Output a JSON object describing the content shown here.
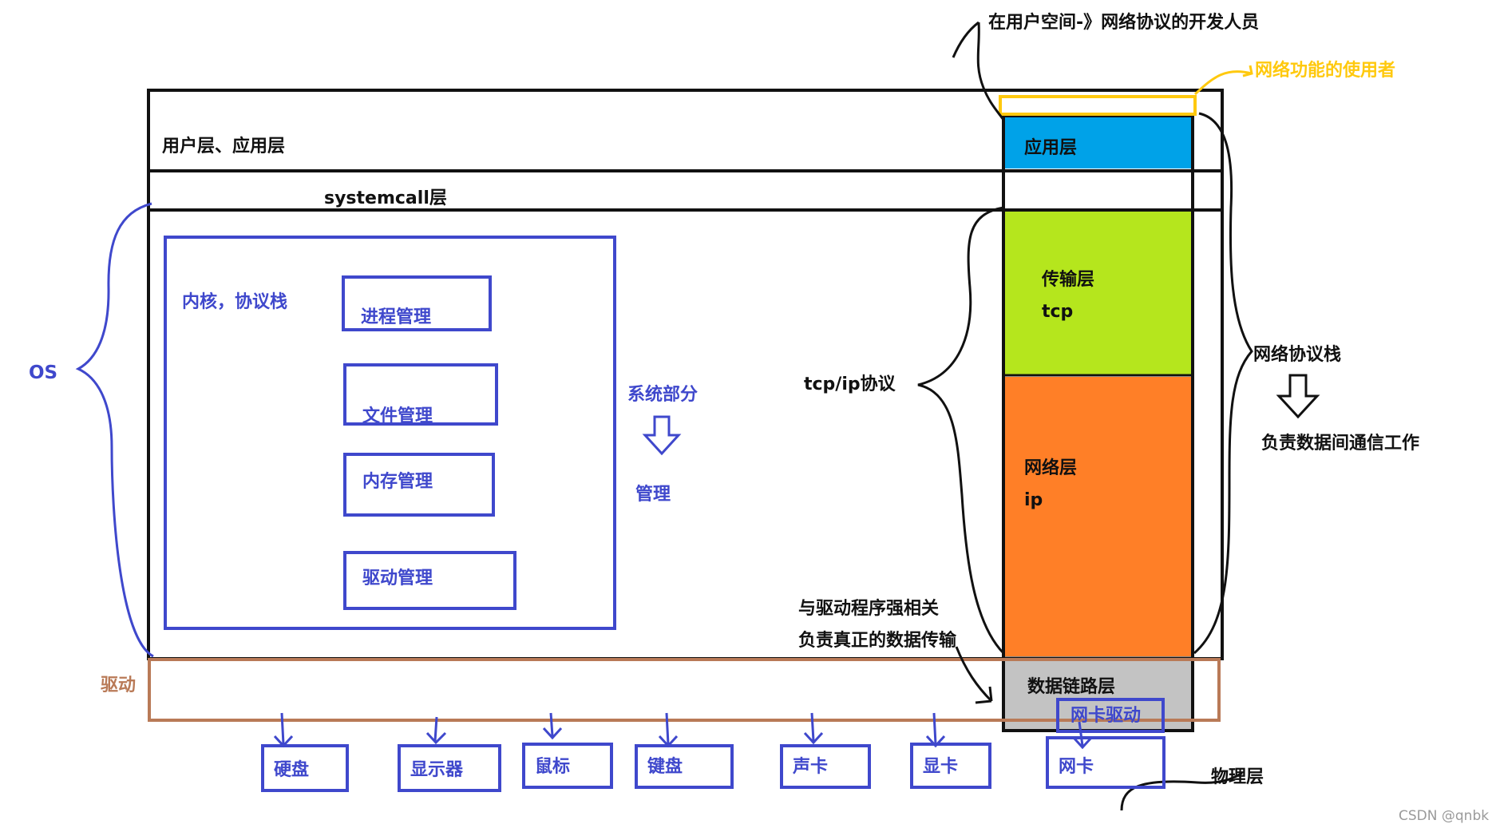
{
  "top_annotation": "在用户空间-》网络协议的开发人员",
  "network_user_label": "网络功能的使用者",
  "os_stack": {
    "user_layer": "用户层、应用层",
    "systemcall_layer": "systemcall层",
    "kernel_label": "内核，协议栈",
    "kernel_modules": [
      "进程管理",
      "文件管理",
      "内存管理",
      "驱动管理"
    ],
    "system_part": "系统部分",
    "manage": "管理"
  },
  "os_label": "OS",
  "driver_label": "驱动",
  "tcpip_label": "tcp/ip协议",
  "driver_note": [
    "与驱动程序强相关",
    "负责真正的数据传输"
  ],
  "protocol_layers": {
    "application": "应用层",
    "transport": "传输层",
    "transport_proto": "tcp",
    "network": "网络层",
    "network_proto": "ip",
    "datalink": "数据链路层",
    "nic_driver": "网卡驱动"
  },
  "network_stack_label": "网络协议栈",
  "network_stack_desc": "负责数据间通信工作",
  "physical_layer": "物理层",
  "devices": [
    "硬盘",
    "显示器",
    "鼠标",
    "键盘",
    "声卡",
    "显卡",
    "网卡"
  ],
  "watermark": "CSDN @qnbk",
  "colors": {
    "application": "#00a2e8",
    "transport": "#b5e61d",
    "network": "#ff7f27",
    "datalink": "#c3c3c3",
    "accent_blue": "#3f48cc",
    "driver_brown": "#b97a57",
    "user_yellow": "#ffc90e",
    "outline": "#111111"
  }
}
